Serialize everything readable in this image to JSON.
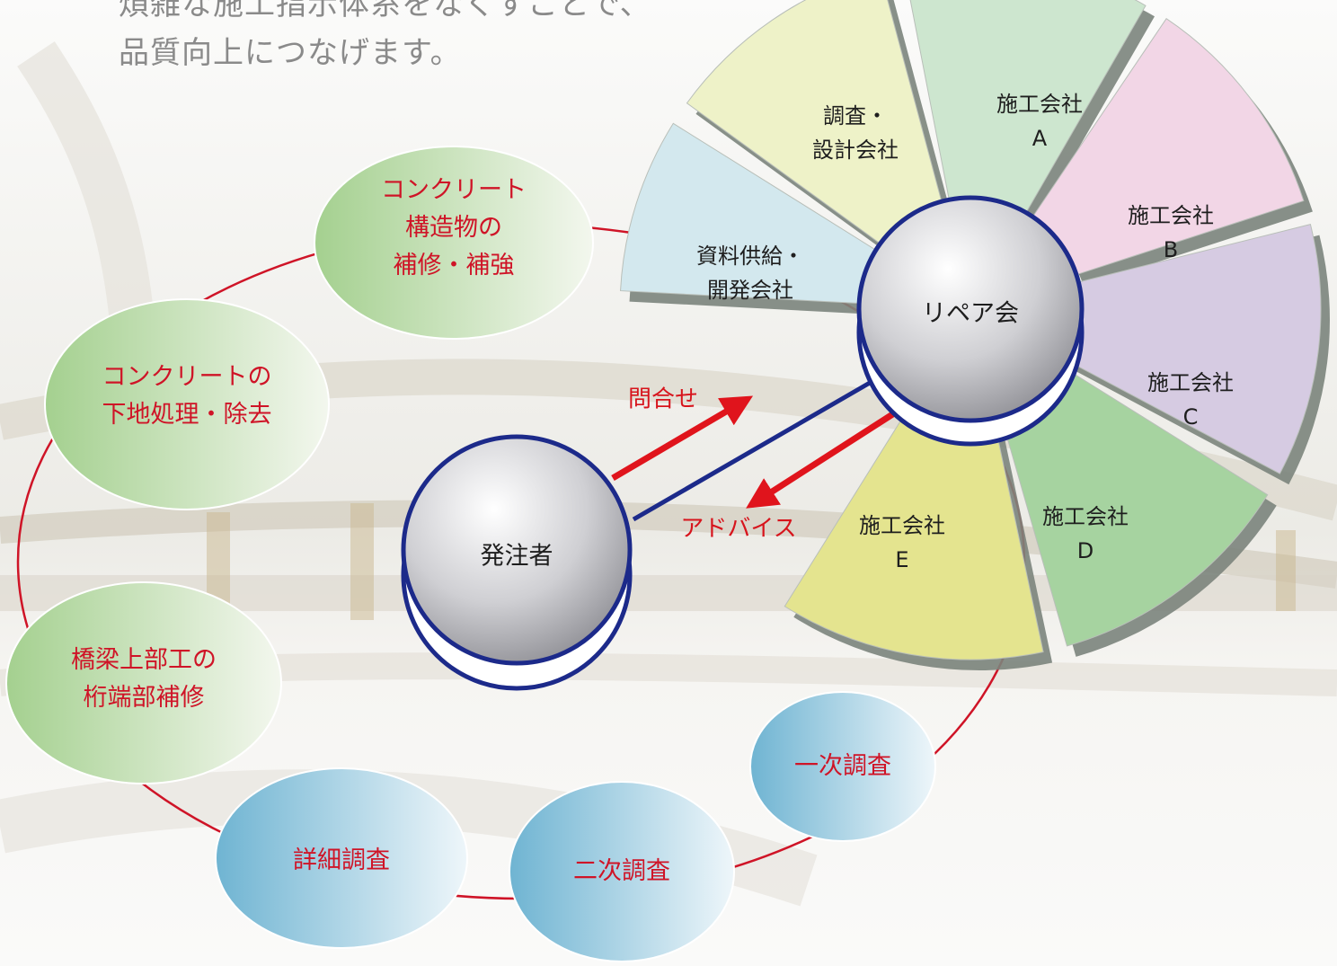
{
  "intro": {
    "line1": "煩雑な施工指示体系をなくすことで、",
    "line2": "品質向上につなげます。"
  },
  "hubs": {
    "center": "リペア会",
    "client": "発注者"
  },
  "segments": [
    {
      "lines": [
        "資料供給・",
        "開発会社"
      ],
      "color": "#d3e8ee"
    },
    {
      "lines": [
        "調査・",
        "設計会社"
      ],
      "color": "#eef2c8"
    },
    {
      "lines": [
        "施工会社",
        "A"
      ],
      "color": "#cde6cf"
    },
    {
      "lines": [
        "施工会社",
        "B"
      ],
      "color": "#f2d6e6"
    },
    {
      "lines": [
        "施工会社",
        "C"
      ],
      "color": "#d6cbe2"
    },
    {
      "lines": [
        "施工会社",
        "D"
      ],
      "color": "#a6d3a0"
    },
    {
      "lines": [
        "施工会社",
        "E"
      ],
      "color": "#e4e48f"
    }
  ],
  "arrows": {
    "inquiry": "問合せ",
    "advice": "アドバイス"
  },
  "cycle": {
    "green": [
      [
        "コンクリート",
        "構造物の",
        "補修・補強"
      ],
      [
        "コンクリートの",
        "下地処理・除去"
      ],
      [
        "橋梁上部工の",
        "桁端部補修"
      ]
    ],
    "blue": [
      [
        "詳細調査"
      ],
      [
        "二次調査"
      ],
      [
        "一次調査"
      ]
    ]
  },
  "colors": {
    "accent_red": "#cf1427",
    "navy": "#1c2a8a",
    "arrow_red": "#e0141c"
  }
}
